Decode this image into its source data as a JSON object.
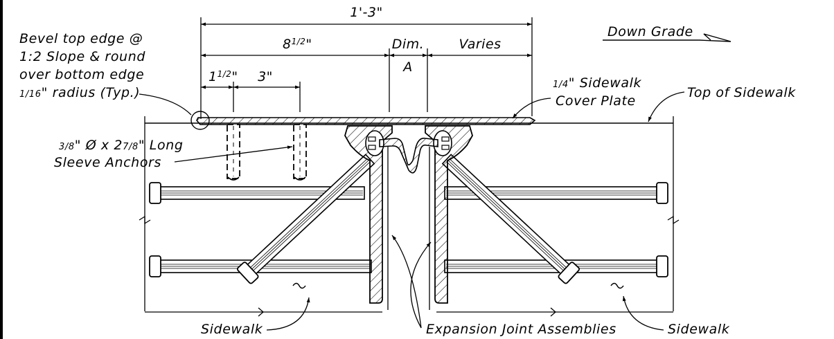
{
  "dimensions": {
    "overall": "1'-3\"",
    "d1_whole": "8",
    "d1_frac": "1/2",
    "d1_in": "\"",
    "dim_a_line1": "Dim.",
    "dim_a_line2": "A",
    "varies": "Varies",
    "d2_whole": "1",
    "d2_frac": "1/2",
    "d2_in": "\"",
    "d3": "3\""
  },
  "labels": {
    "down_grade": "Down Grade",
    "bevel_line1": "Bevel top edge @",
    "bevel_line2": "1:2 Slope & round",
    "bevel_line3": "over bottom edge",
    "bevel_frac": "1/16",
    "bevel_line4_rest": "\" radius (Typ.)",
    "cover_frac": "1/4",
    "cover_line1_rest": "\" Sidewalk",
    "cover_line2": "Cover Plate",
    "top_of_sidewalk": "Top of Sidewalk",
    "anchor_frac1": "3/8",
    "anchor_mid": "\" Ø x 2",
    "anchor_frac2": "7/8",
    "anchor_rest": "\" Long",
    "anchor_line2": "Sleeve Anchors",
    "sidewalk_left": "Sidewalk",
    "expansion": "Expansion Joint Assemblies",
    "sidewalk_right": "Sidewalk"
  }
}
